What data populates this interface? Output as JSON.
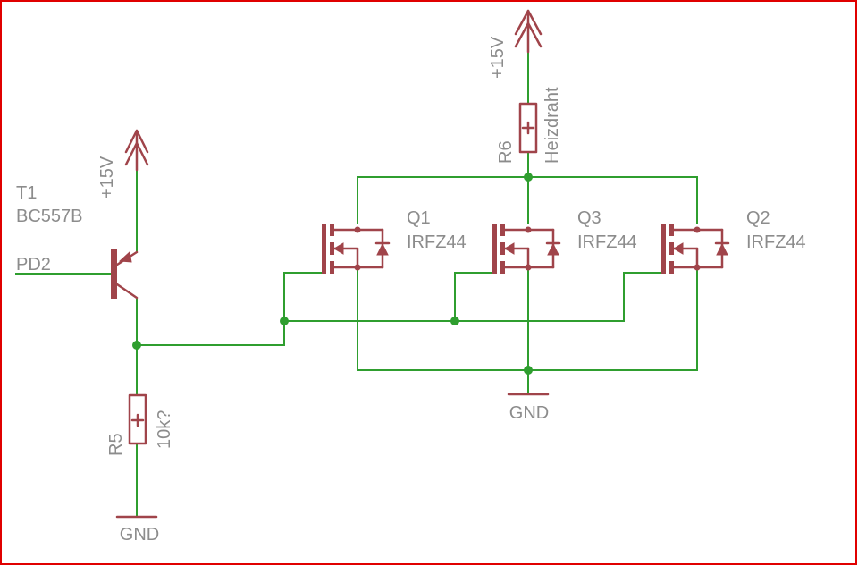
{
  "power": {
    "left_supply": "+15V",
    "top_supply": "+15V",
    "gnd_left": "GND",
    "gnd_right": "GND"
  },
  "transistor": {
    "name": "T1",
    "value": "BC557B",
    "input_net": "PD2"
  },
  "resistors": {
    "r5": {
      "name": "R5",
      "value": "10k?"
    },
    "r6": {
      "name": "R6",
      "value": "Heizdraht"
    }
  },
  "mosfets": [
    {
      "name": "Q1",
      "value": "IRFZ44"
    },
    {
      "name": "Q3",
      "value": "IRFZ44"
    },
    {
      "name": "Q2",
      "value": "IRFZ44"
    }
  ],
  "colors": {
    "wire": "#2f9e2f",
    "component": "#a0444a",
    "label": "#8c8c8c",
    "frame": "#e00000"
  }
}
